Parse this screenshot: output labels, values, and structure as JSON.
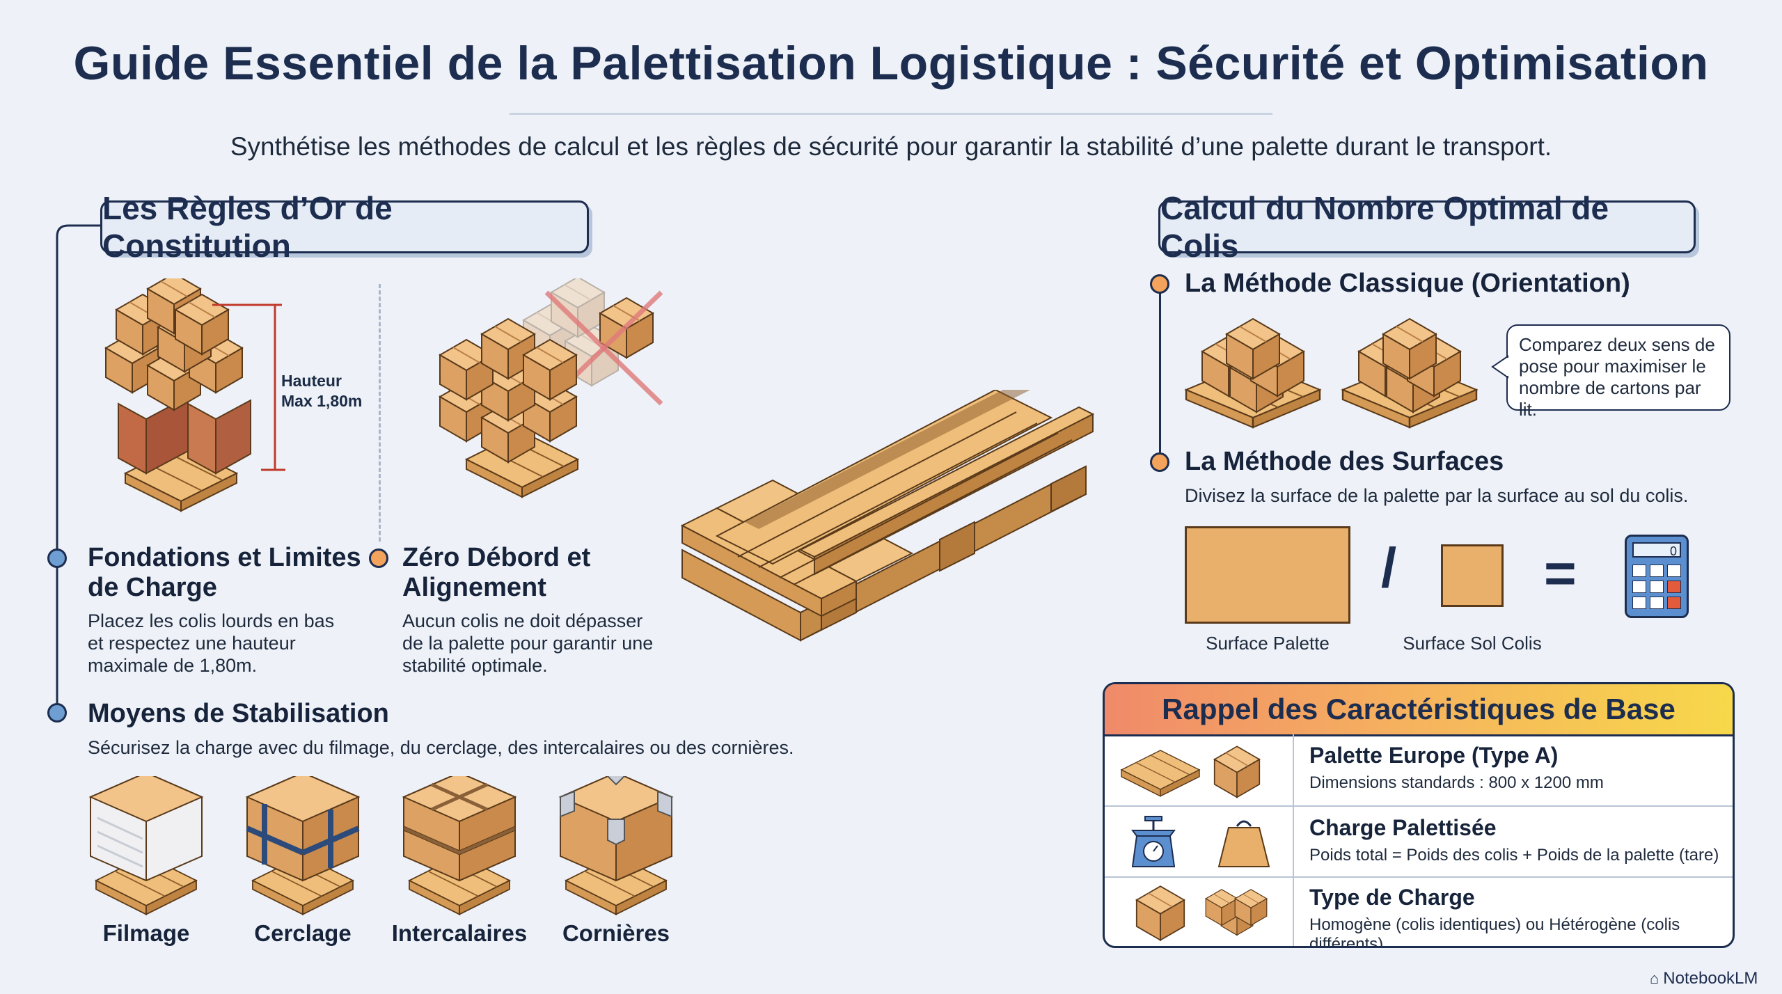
{
  "title": "Guide Essentiel de la Palettisation Logistique : Sécurité et Optimisation",
  "subtitle": "Synthétise les méthodes de calcul et les règles de sécurité pour garantir la stabilité d’une palette durant le transport.",
  "left_section": {
    "heading": "Les Règles d’Or de Constitution",
    "height_label_1": "Hauteur",
    "height_label_2": "Max 1,80m",
    "rule1": {
      "title_1": "Fondations et Limites",
      "title_2": "de Charge",
      "text_1": "Placez les colis lourds en bas",
      "text_2": "et respectez une hauteur",
      "text_3": "maximale de 1,80m."
    },
    "rule2": {
      "title_1": "Zéro Débord et",
      "title_2": "Alignement",
      "text_1": "Aucun colis ne doit dépasser",
      "text_2": "de la palette pour garantir une",
      "text_3": "stabilité optimale."
    },
    "rule3": {
      "title": "Moyens de Stabilisation",
      "text": "Sécurisez la charge avec du filmage, du cerclage, des intercalaires ou des cornières."
    },
    "means": [
      "Filmage",
      "Cerclage",
      "Intercalaires",
      "Cornières"
    ]
  },
  "right_section": {
    "heading": "Calcul du Nombre Optimal de Colis",
    "method1": {
      "title": "La Méthode Classique (Orientation)",
      "bubble_1": "Comparez deux sens de",
      "bubble_2": "pose pour maximiser le",
      "bubble_3": "nombre de cartons par lit."
    },
    "method2": {
      "title": "La Méthode des Surfaces",
      "text": "Divisez la surface de la palette par la surface au sol du colis.",
      "operator_div": "/",
      "operator_eq": "=",
      "calc_display": "0",
      "label_palette": "Surface Palette",
      "label_colis": "Surface Sol Colis"
    }
  },
  "table": {
    "title": "Rappel des Caractéristiques de Base",
    "rows": [
      {
        "title": "Palette Europe (Type A)",
        "sub": "Dimensions standards : 800 x 1200 mm"
      },
      {
        "title": "Charge Palettisée",
        "sub": "Poids total = Poids des colis + Poids de la palette (tare)"
      },
      {
        "title": "Type de Charge",
        "sub": "Homogène (colis identiques) ou Hétérogène (colis différents)"
      }
    ]
  },
  "brand": "NotebookLM",
  "colors": {
    "navy": "#1d2d4f",
    "wood": "#e8b06a",
    "box": "#d9a25f",
    "bullet_blue": "#6f9ed3",
    "bullet_orange": "#f3a35c",
    "cross_red": "#e07a7a"
  }
}
